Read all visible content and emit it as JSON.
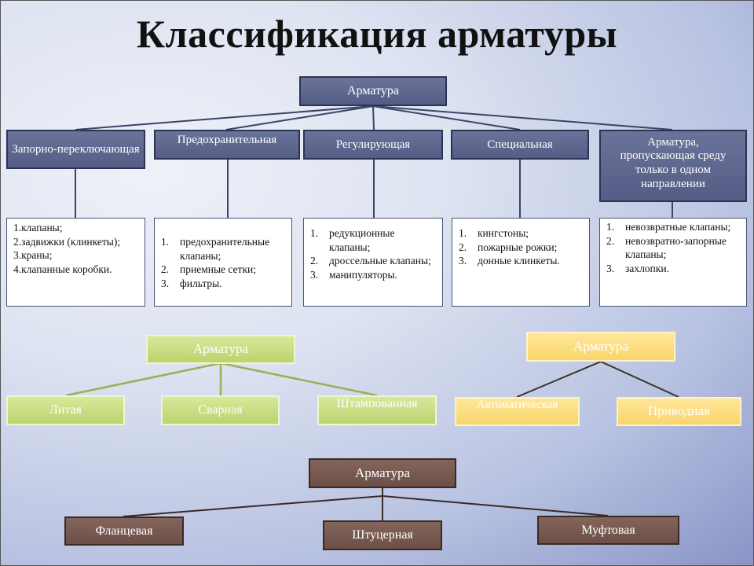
{
  "title": "Классификация арматуры",
  "tree1": {
    "root": "Арматура",
    "categories": [
      "Запорно-переключающая",
      "Предохранительная",
      "Регулирующая",
      "Специальная",
      "Арматура, пропускающая среду только в одном направлении"
    ],
    "lists": [
      [
        {
          "num": "1.",
          "text": "клапаны;"
        },
        {
          "num": "2.",
          "text": "задвижки (клинкеты);"
        },
        {
          "num": "3.",
          "text": "краны;"
        },
        {
          "num": "4.",
          "text": "клапанные коробки."
        }
      ],
      [
        {
          "num": "1.",
          "text": "предохранительные клапаны;"
        },
        {
          "num": "2.",
          "text": "приемные сетки;"
        },
        {
          "num": "3.",
          "text": "фильтры."
        }
      ],
      [
        {
          "num": "1.",
          "text": "редукционные клапаны;"
        },
        {
          "num": "2.",
          "text": "дроссельные клапаны;"
        },
        {
          "num": "3.",
          "text": "манипуляторы."
        }
      ],
      [
        {
          "num": "1.",
          "text": "кингстоны;"
        },
        {
          "num": "2.",
          "text": "пожарные рожки;"
        },
        {
          "num": "3.",
          "text": "донные клинкеты."
        }
      ],
      [
        {
          "num": "1.",
          "text": "невозвратные клапаны;"
        },
        {
          "num": "2.",
          "text": "невозвратно-запорные клапаны;"
        },
        {
          "num": "3.",
          "text": "захлопки."
        }
      ]
    ]
  },
  "tree2": {
    "root": "Арматура",
    "children": [
      "Литая",
      "Сварная",
      "Штампованная"
    ]
  },
  "tree3": {
    "root": "Арматура",
    "children": [
      "Автоматическая",
      "Приводная"
    ]
  },
  "tree4": {
    "root": "Арматура",
    "children": [
      "Фланцевая",
      "Штуцерная",
      "Муфтовая"
    ]
  },
  "colors": {
    "slate": "#5f6890",
    "green": "#c6dc80",
    "yellow": "#fbdc7a",
    "brown": "#765850",
    "line_slate": "#3c4466",
    "line_green": "#9caf55",
    "line_yellow": "#3a3320",
    "line_brown": "#3a2a26"
  }
}
